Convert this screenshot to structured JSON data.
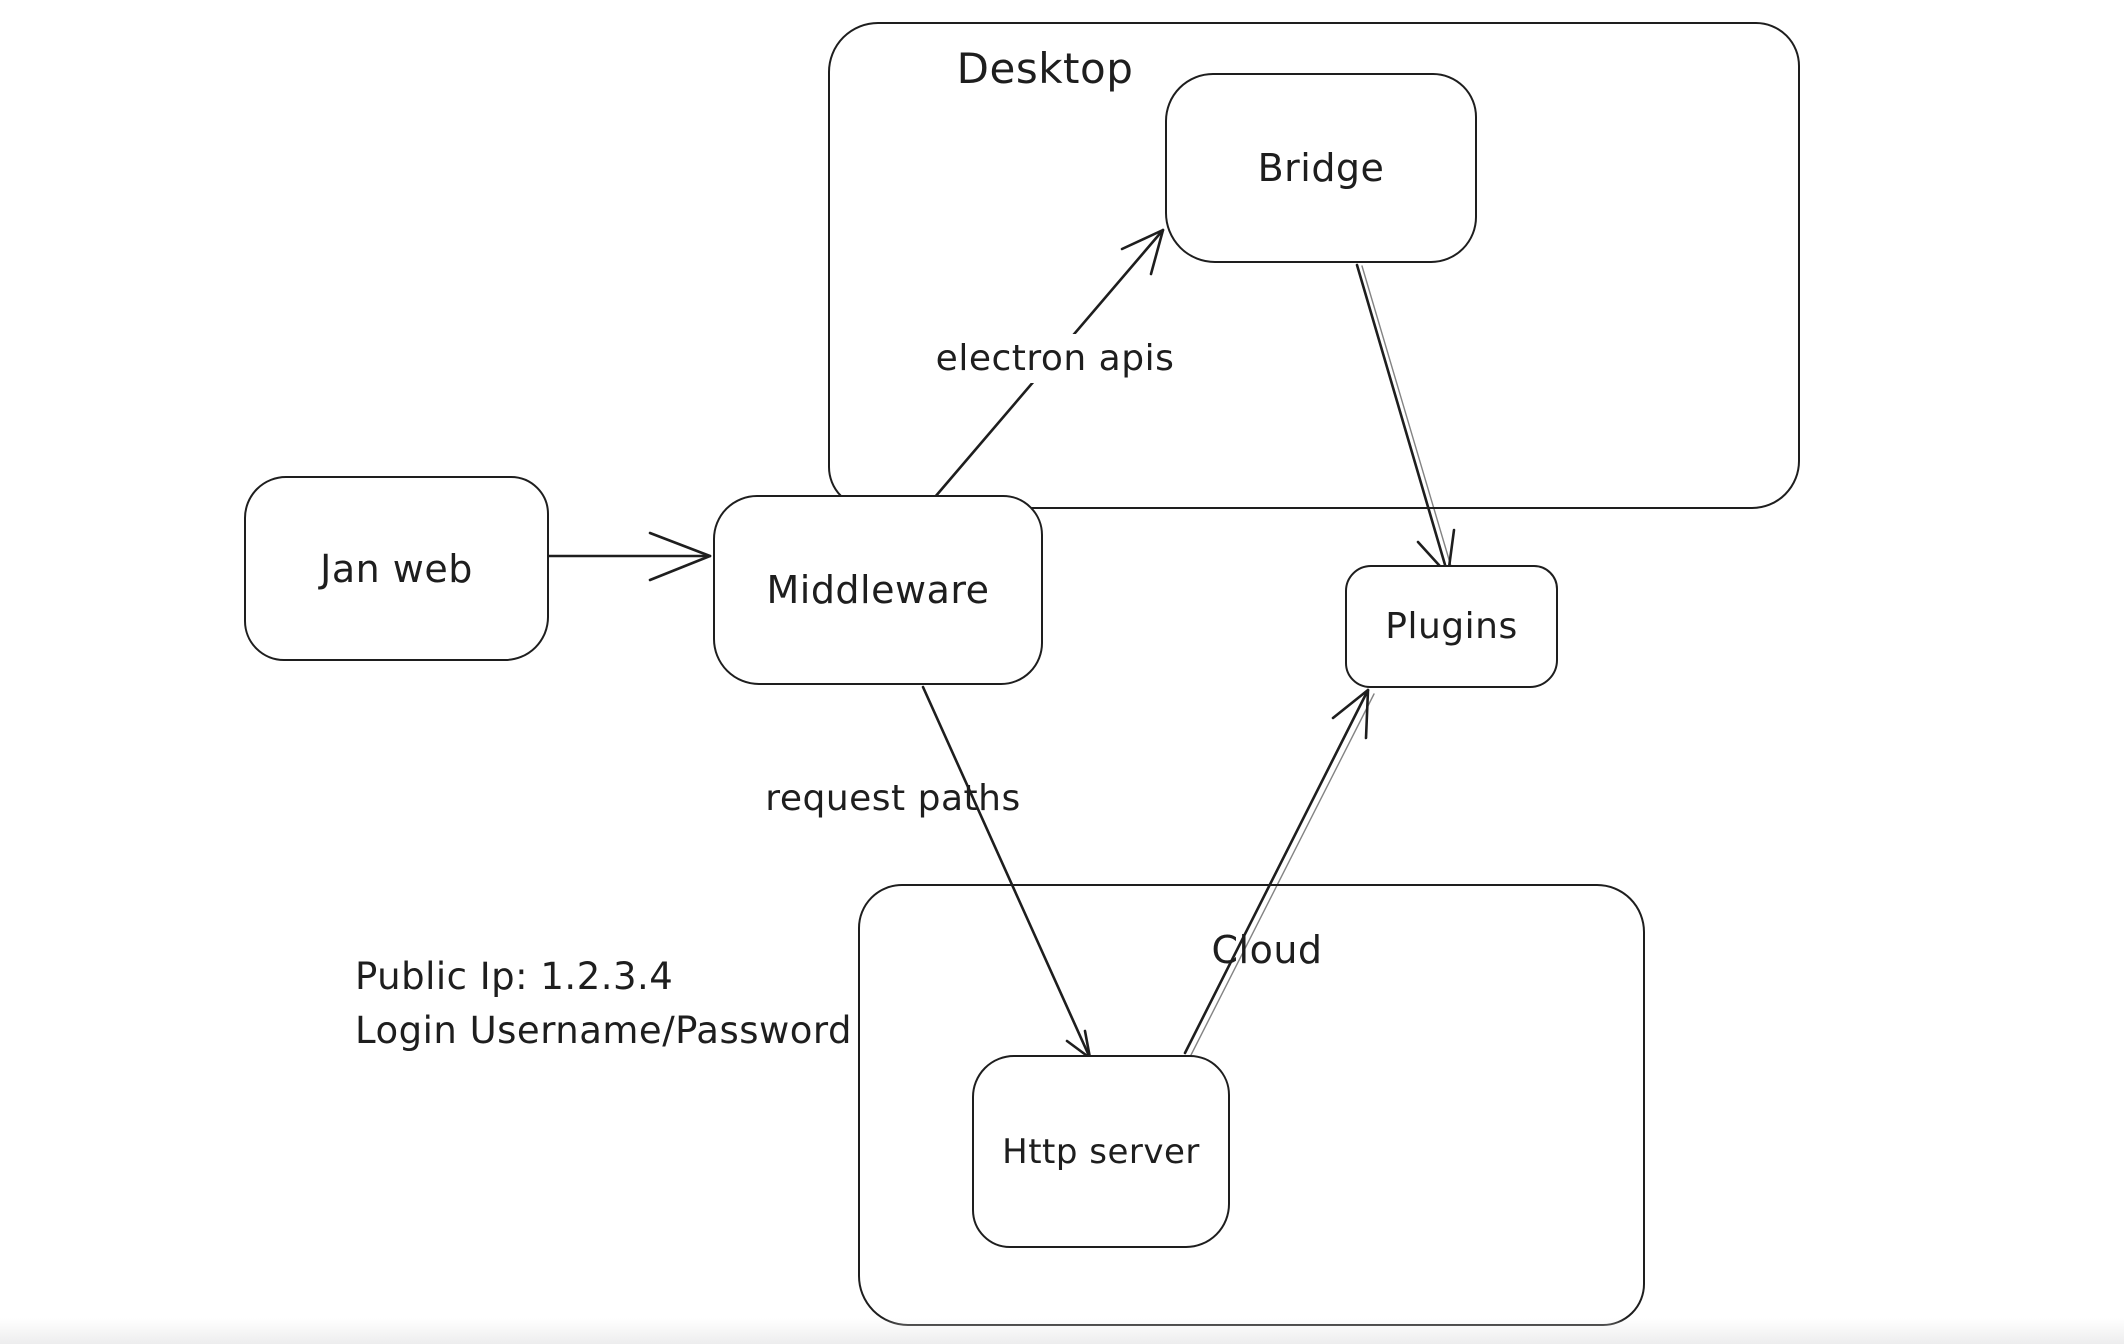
{
  "canvas": {
    "background": "#ffffff",
    "stroke_color": "#1e1e1e"
  },
  "containers": [
    {
      "id": "desktop",
      "label": "Desktop"
    },
    {
      "id": "cloud",
      "label": "Cloud"
    }
  ],
  "nodes": [
    {
      "id": "jan-web",
      "label": "Jan web"
    },
    {
      "id": "middleware",
      "label": "Middleware"
    },
    {
      "id": "bridge",
      "label": "Bridge"
    },
    {
      "id": "plugins",
      "label": "Plugins"
    },
    {
      "id": "http-server",
      "label": "Http server"
    }
  ],
  "edge_labels": [
    {
      "id": "electron-apis",
      "label": "electron apis"
    },
    {
      "id": "request-paths",
      "label": "request paths"
    }
  ],
  "notes": {
    "line1": "Public Ip: 1.2.3.4",
    "line2": "Login Username/Password"
  }
}
